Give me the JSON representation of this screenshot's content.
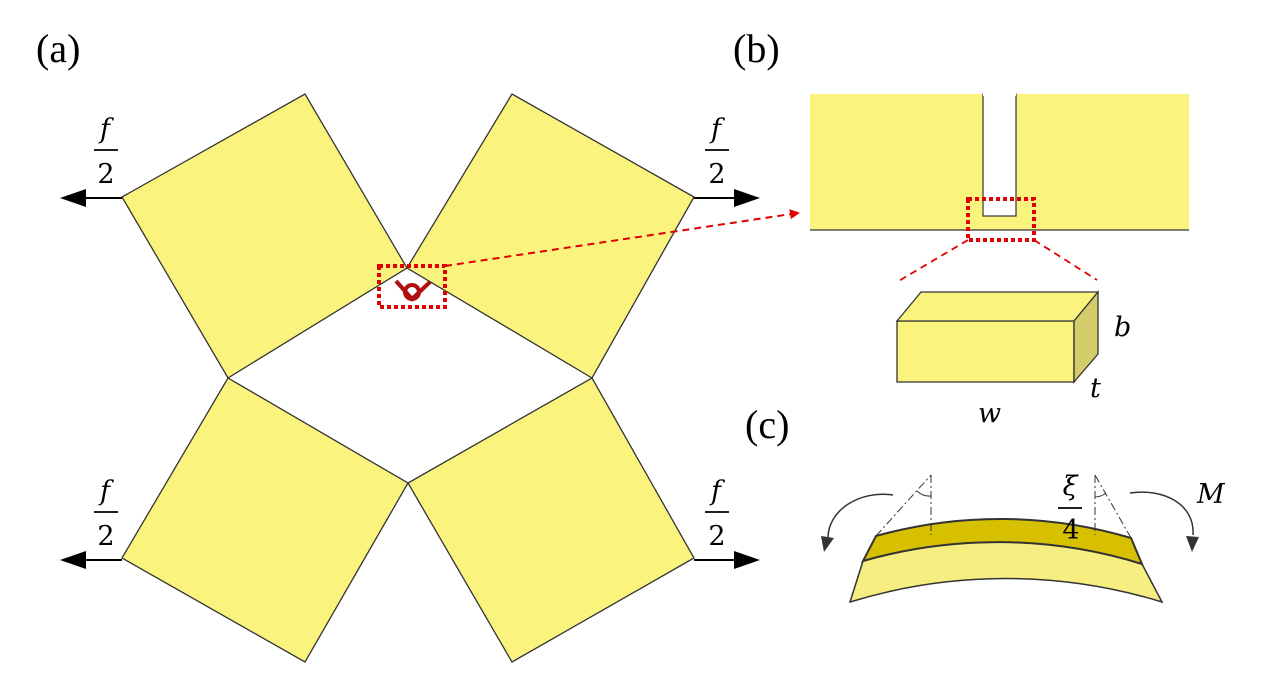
{
  "panels": {
    "a": "(a)",
    "b": "(b)",
    "c": "(c)"
  },
  "forces": {
    "numerator": "f",
    "denominator": "2"
  },
  "block_labels": {
    "width": "w",
    "thickness": "t",
    "depth": "b"
  },
  "bending": {
    "angle_numerator": "ξ",
    "angle_denominator": "4",
    "moment": "M"
  },
  "colors": {
    "fill": "#FAF47F",
    "block_side": "#D4CC6A",
    "dark_layer": "#D6C000",
    "light_layer": "#F6EE80",
    "highlight": "#E00000",
    "hinge": "#B01010",
    "arrow": "#000000"
  }
}
